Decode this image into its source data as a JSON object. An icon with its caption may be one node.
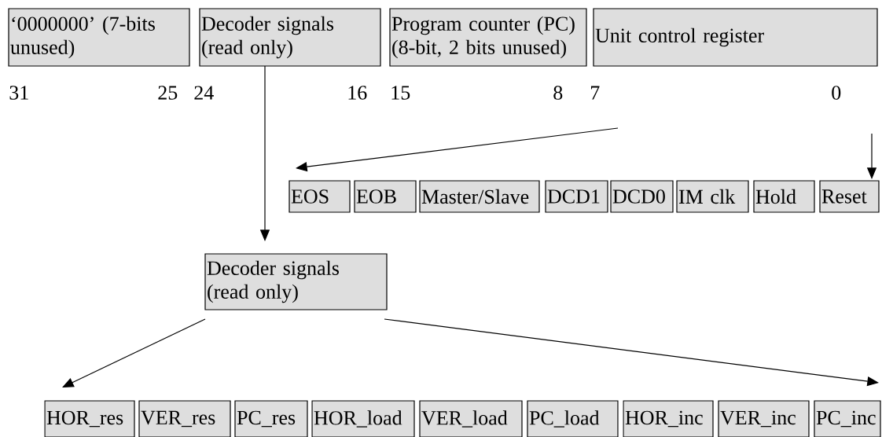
{
  "diagram": {
    "nodes": [
      {
        "text": [
          "‘0000000’ (7-bits unused)"
        ]
      },
      {
        "text": [
          "Decoder signals (read only)"
        ]
      },
      {
        "text": [
          "Program counter (PC) (8-bit, 2 bits unused)"
        ]
      },
      {
        "text": [
          "Unit control register"
        ]
      },
      {
        "text": [
          "EOS"
        ]
      },
      {
        "text": [
          "EOB"
        ]
      },
      {
        "text": [
          "Master/Slave"
        ]
      },
      {
        "text": [
          "DCD1"
        ]
      },
      {
        "text": [
          "DCD0"
        ]
      },
      {
        "text": [
          "IM clk"
        ]
      },
      {
        "text": [
          "Hold"
        ]
      },
      {
        "text": [
          "Reset"
        ]
      },
      {
        "text": [
          "Decoder signals (read only)"
        ]
      },
      {
        "text": [
          "HOR_res"
        ]
      },
      {
        "text": [
          "VER_res"
        ]
      },
      {
        "text": [
          "PC_res"
        ]
      },
      {
        "text": [
          "HOR_load"
        ]
      },
      {
        "text": [
          "VER_load"
        ]
      },
      {
        "text": [
          "PC_load"
        ]
      },
      {
        "text": [
          "HOR_inc"
        ]
      },
      {
        "text": [
          "VER_inc"
        ]
      },
      {
        "text": [
          "PC_inc"
        ]
      }
    ],
    "edges": [
      {
        "from": 1,
        "to": 12,
        "arrow": "to"
      },
      {
        "from": null,
        "to": 4,
        "arrow": "to"
      },
      {
        "from": null,
        "to": 11,
        "arrow": "to"
      },
      {
        "from": 12,
        "to": 13,
        "arrow": "to"
      },
      {
        "from": 12,
        "to": 21,
        "arrow": "to"
      }
    ],
    "labels": [
      "31",
      "25",
      "24",
      "16",
      "15",
      "8",
      "7",
      "0"
    ]
  }
}
